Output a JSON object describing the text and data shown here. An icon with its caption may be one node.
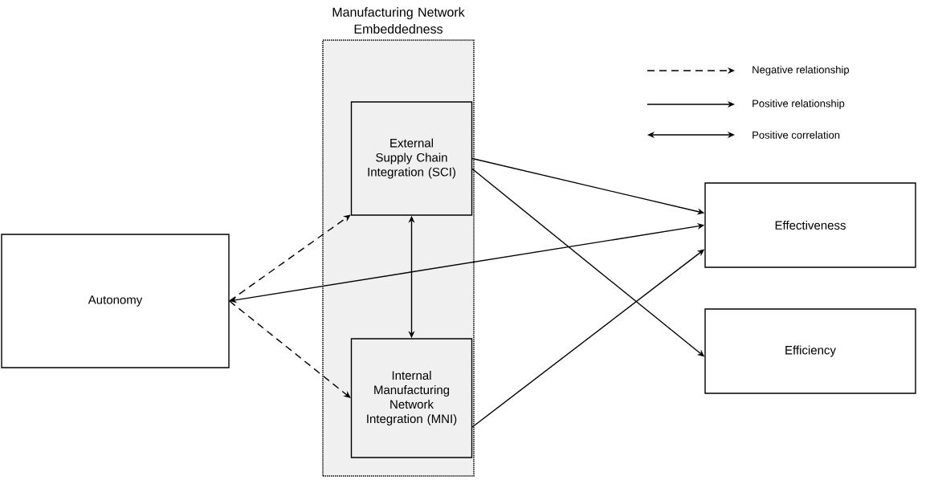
{
  "diagram": {
    "nodes": [
      {
        "text": [
          "Manufacturing Network Embeddedness"
        ]
      },
      {
        "text": [
          "External Supply Chain Integration (SCI)"
        ],
        "in": 0
      },
      {
        "text": [
          "Internal Manufacturing Network Integration (MNI)"
        ],
        "in": 0
      },
      {
        "text": [
          "Autonomy"
        ]
      },
      {
        "text": [
          "Effectiveness"
        ]
      },
      {
        "text": [
          "Efficiency"
        ]
      }
    ],
    "edges": [
      {
        "from": 3,
        "to": 1,
        "arrow": "to",
        "style": "dashed"
      },
      {
        "from": 3,
        "to": 2,
        "arrow": "to",
        "style": "dashed"
      },
      {
        "from": 3,
        "to": 4,
        "arrow": "both"
      },
      {
        "from": 1,
        "to": 2,
        "arrow": "both"
      },
      {
        "from": 1,
        "to": 4,
        "arrow": "to"
      },
      {
        "from": 1,
        "to": 5,
        "arrow": "to"
      },
      {
        "from": 2,
        "to": 4,
        "arrow": "to"
      }
    ],
    "legend": [
      {
        "text": "Negative relationship"
      },
      {
        "text": "Positive relationship"
      },
      {
        "text": "Positive correlation"
      }
    ]
  }
}
